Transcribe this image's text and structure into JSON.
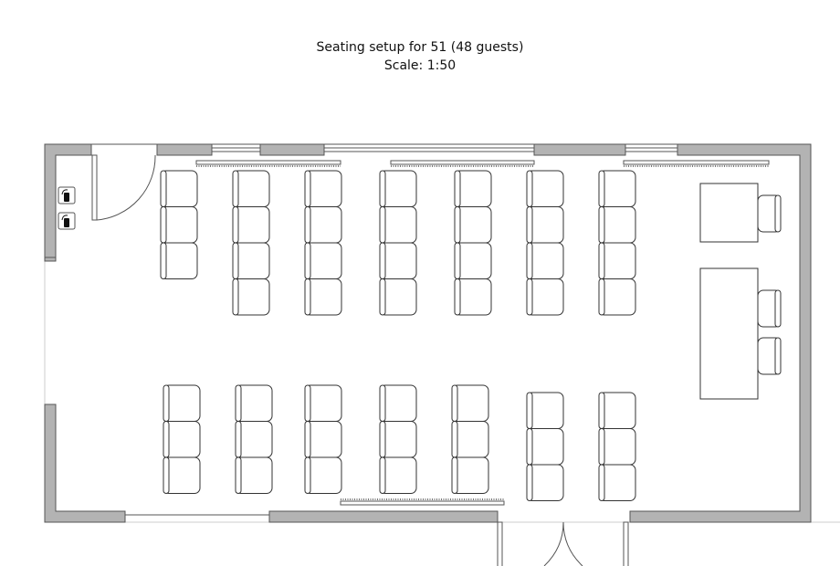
{
  "header": {
    "title": "Eastcote House Gardens",
    "subtitle": "Seating setup for 51 (48 guests)",
    "scale": "Scale: 1:50"
  },
  "plan": {
    "wall_color": "#b3b3b3",
    "guest_chairs_top_columns": [
      3,
      4,
      4,
      4,
      4,
      4,
      4
    ],
    "guest_chairs_bottom_columns": [
      3,
      3,
      3,
      3,
      3,
      3,
      3
    ],
    "tables": 2,
    "table_chairs": 3,
    "fire_extinguishers": 2
  }
}
